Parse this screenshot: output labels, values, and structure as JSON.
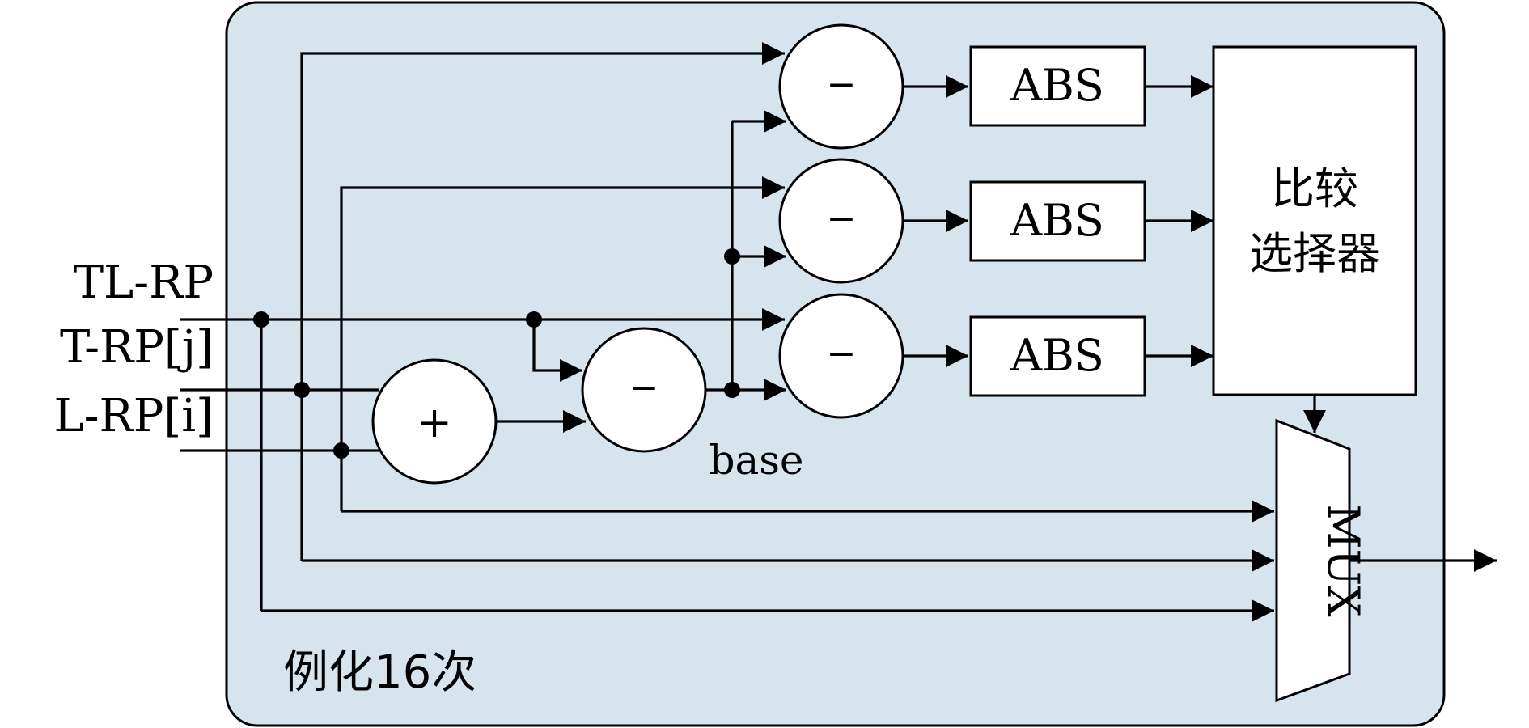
{
  "inputs": {
    "tl": "TL-RP",
    "t": "T-RP[j]",
    "l": "L-RP[i]"
  },
  "ops": {
    "plus": "+",
    "minus": "−"
  },
  "base_label": "base",
  "abs_label": "ABS",
  "comparator": {
    "line1": "比较",
    "line2": "选择器"
  },
  "mux_label": "MUX",
  "instance_label": "例化16次",
  "colors": {
    "block_fill": "#d6e4ee",
    "line": "#000000",
    "box_fill": "#ffffff"
  }
}
